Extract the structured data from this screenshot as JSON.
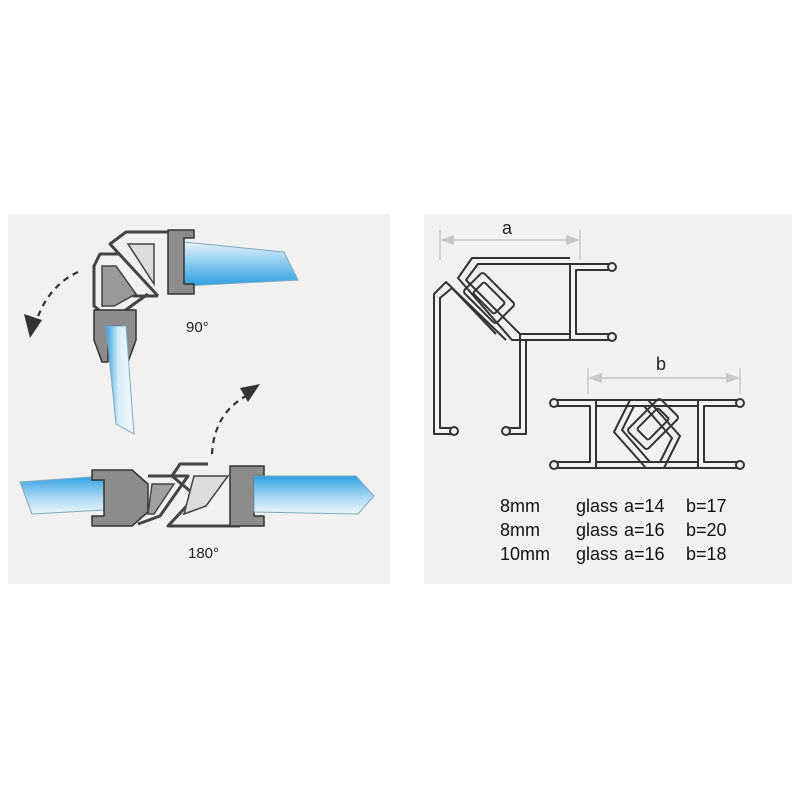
{
  "left_panel": {
    "label_90": "90°",
    "label_180": "180°"
  },
  "right_panel": {
    "dim_a": "a",
    "dim_b": "b",
    "specs": [
      {
        "thickness": "8mm",
        "glass": "glass",
        "a": "a=14",
        "b": "b=17"
      },
      {
        "thickness": "8mm",
        "glass": "glass",
        "a": "a=16",
        "b": "b=20"
      },
      {
        "thickness": "10mm",
        "glass": "glass",
        "a": "a=16",
        "b": "b=18"
      }
    ]
  },
  "colors": {
    "panel": "#f1f1f1",
    "seal_gray": "#8a8a8a",
    "seal_outline": "#3a3a3a",
    "glass_blue": "#3fa9e6",
    "glass_light": "#e8f4fb",
    "dimension_line": "#c8c8c8"
  }
}
